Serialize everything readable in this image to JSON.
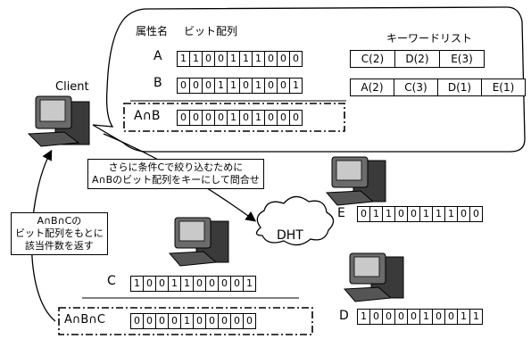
{
  "client_label": "Client",
  "dht_label": "DHT",
  "attr_header": "属性名",
  "bit_header": "ビット配列",
  "keyword_header": "キーワードリスト",
  "rows": {
    "A": {
      "name": "A",
      "bits": [
        "1",
        "1",
        "0",
        "0",
        "1",
        "1",
        "1",
        "0",
        "0",
        "0"
      ]
    },
    "B": {
      "name": "B",
      "bits": [
        "0",
        "0",
        "0",
        "1",
        "1",
        "0",
        "1",
        "0",
        "0",
        "1"
      ]
    },
    "AB": {
      "name": "A∩B",
      "bits": [
        "0",
        "0",
        "0",
        "0",
        "1",
        "0",
        "1",
        "0",
        "0",
        "0"
      ]
    },
    "C": {
      "name": "C",
      "bits": [
        "1",
        "0",
        "0",
        "1",
        "1",
        "0",
        "0",
        "0",
        "0",
        "1"
      ]
    },
    "ABC": {
      "name": "A∩B∩C",
      "bits": [
        "0",
        "0",
        "0",
        "0",
        "1",
        "0",
        "0",
        "0",
        "0",
        "0"
      ]
    },
    "D": {
      "name": "D",
      "bits": [
        "1",
        "0",
        "0",
        "0",
        "0",
        "1",
        "0",
        "0",
        "1",
        "1"
      ]
    },
    "E": {
      "name": "E",
      "bits": [
        "0",
        "1",
        "1",
        "0",
        "0",
        "1",
        "1",
        "1",
        "0",
        "0"
      ]
    }
  },
  "keywords_a": [
    "C(2)",
    "D(2)",
    "E(3)"
  ],
  "keywords_b": [
    "A(2)",
    "C(3)",
    "D(1)",
    "E(1)"
  ],
  "note_query": [
    "さらに条件Cで絞り込むために",
    "A∩Bのビット配列をキーにして問合せ"
  ],
  "note_return": [
    "A∩B∩Cの",
    "ビット配列をもとに",
    "該当件数を返す"
  ]
}
